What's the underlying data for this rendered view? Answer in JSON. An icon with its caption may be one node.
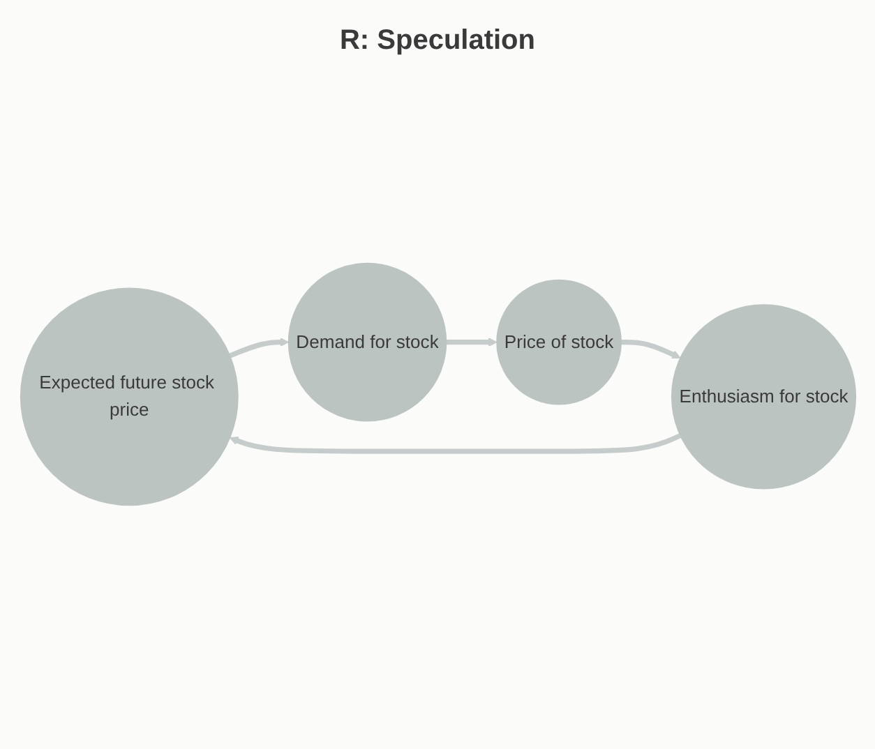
{
  "diagram": {
    "nodes": [
      {
        "text": [
          "Expected future stock price"
        ]
      },
      {
        "text": [
          "Demand for stock"
        ]
      },
      {
        "text": [
          "Price of stock"
        ]
      },
      {
        "text": [
          "Enthusiasm for stock"
        ]
      }
    ],
    "edges": [
      {
        "from": 0,
        "to": 1,
        "arrow": "to"
      },
      {
        "from": 1,
        "to": 2,
        "arrow": "to"
      },
      {
        "from": 2,
        "to": 3,
        "arrow": "to"
      },
      {
        "from": 3,
        "to": 0,
        "arrow": "to"
      }
    ],
    "labels": [
      "R: Speculation"
    ]
  }
}
